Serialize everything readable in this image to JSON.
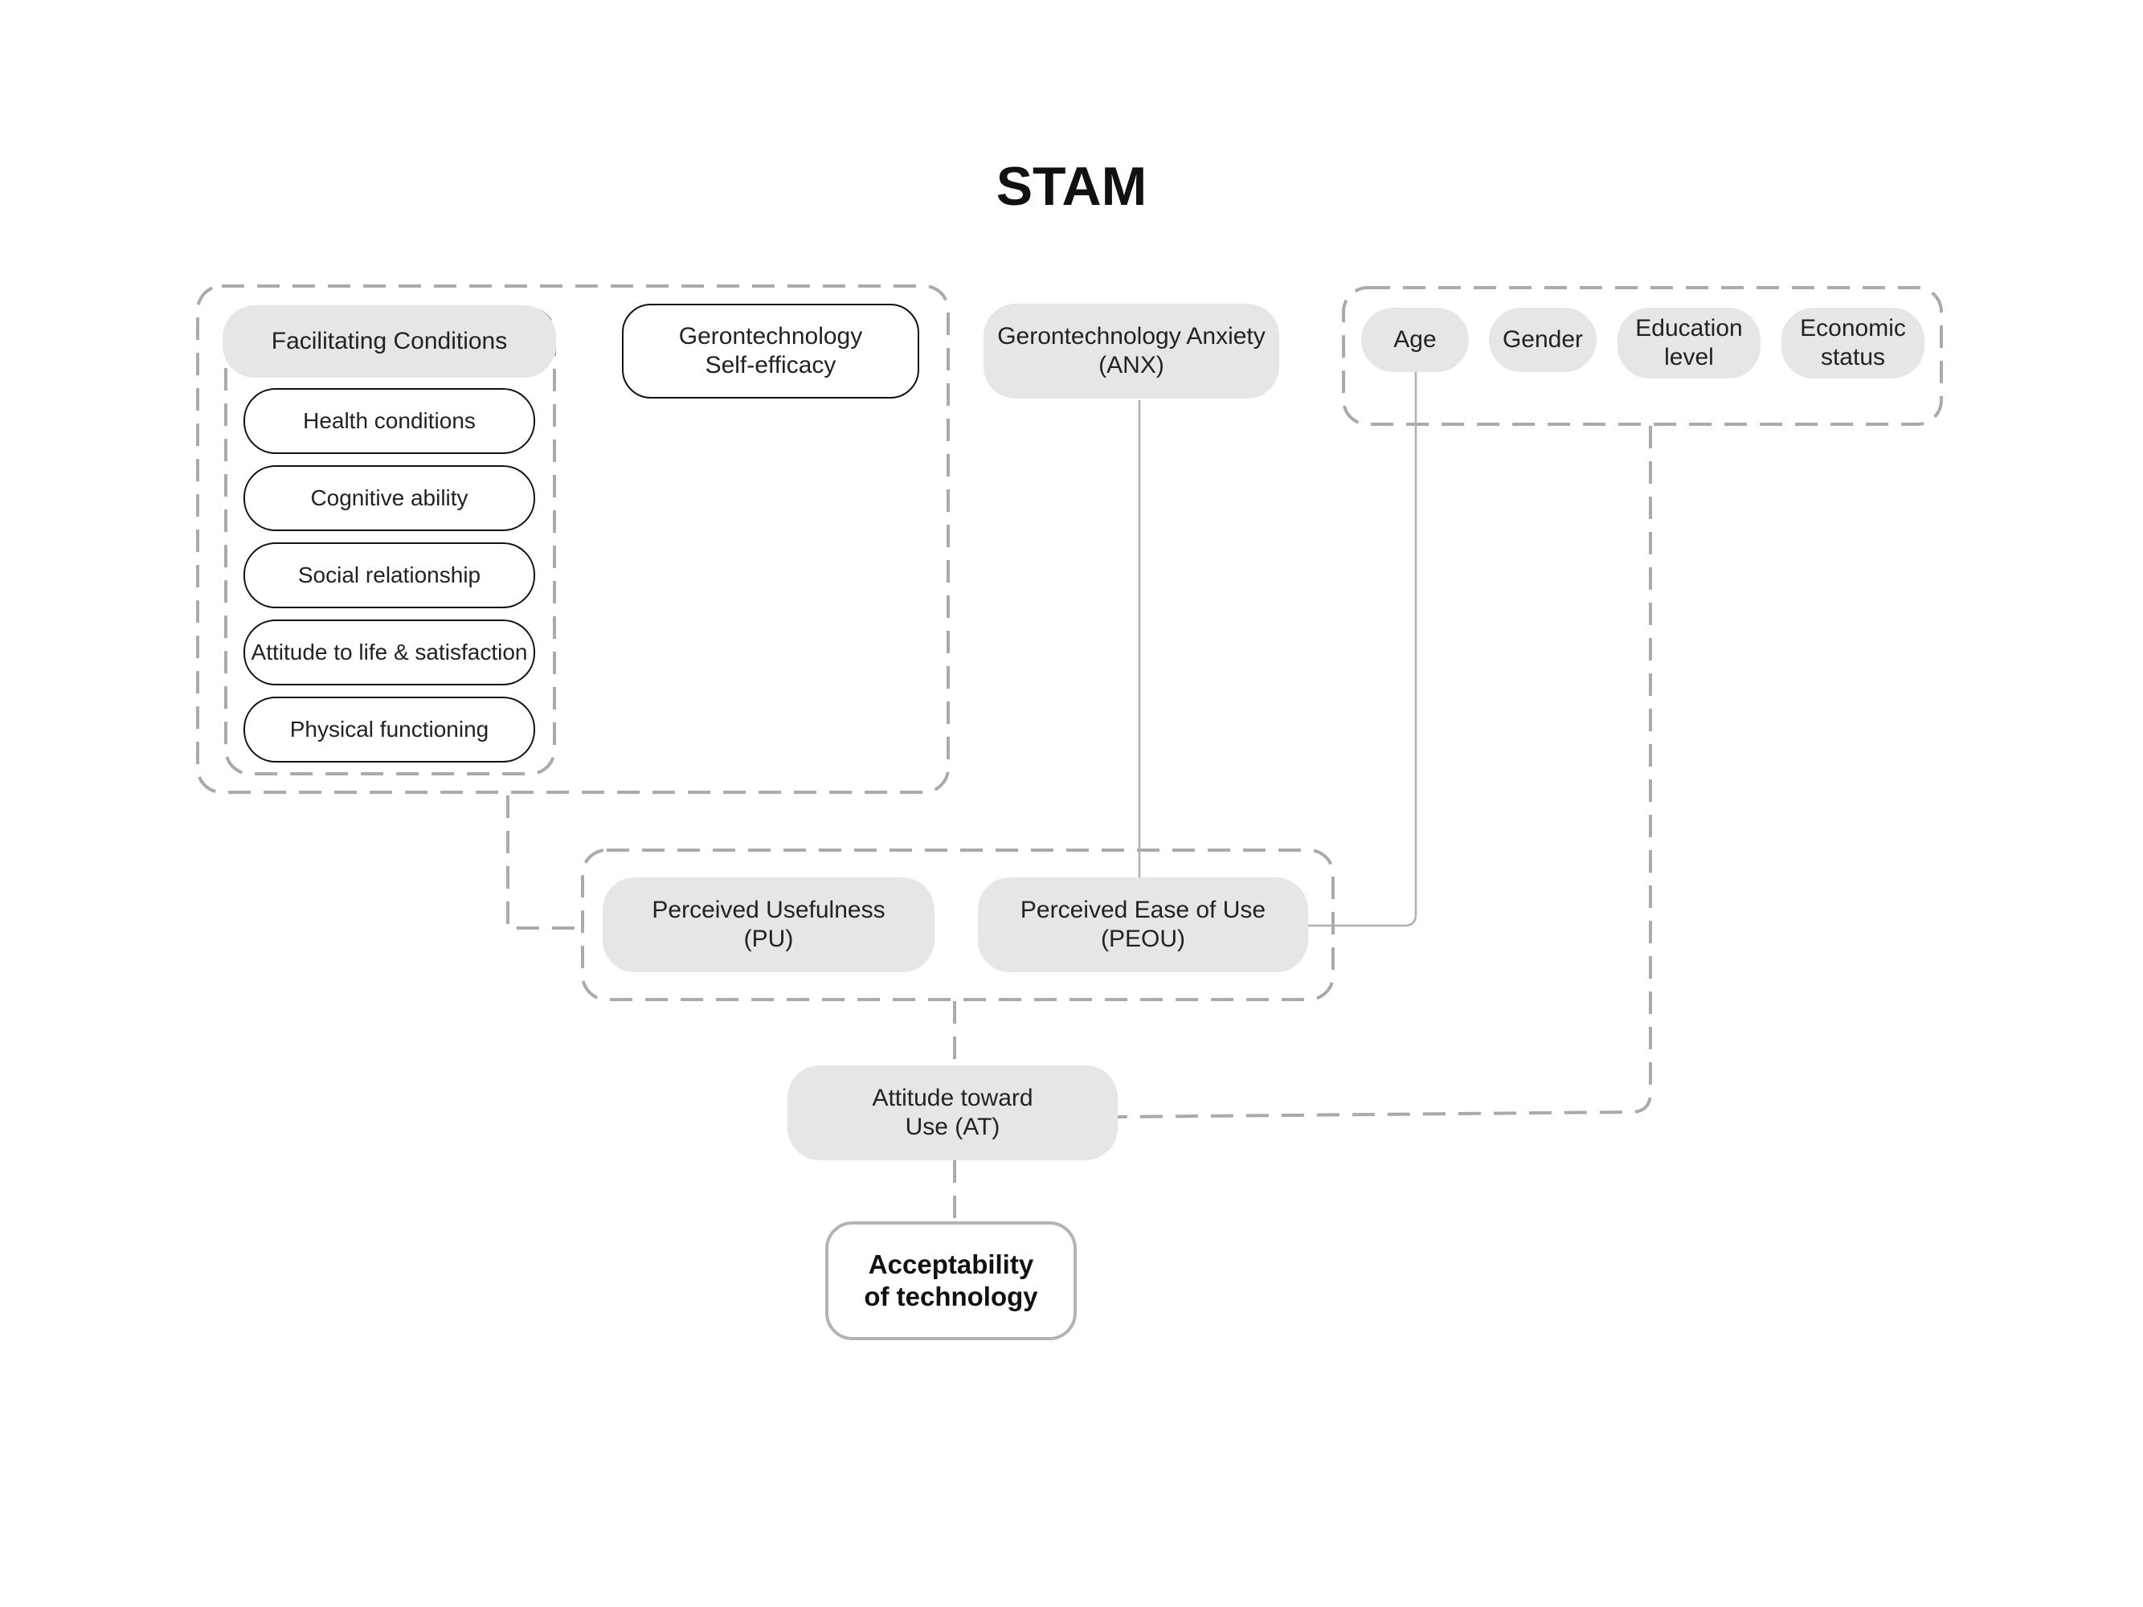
{
  "title": "STAM",
  "facilitating_conditions": {
    "label": "Facilitating Conditions",
    "items": [
      "Health conditions",
      "Cognitive ability",
      "Social relationship",
      "Attitude to life & satisfaction",
      "Physical functioning"
    ]
  },
  "self_efficacy": {
    "line1": "Gerontechnology",
    "line2": "Self-efficacy"
  },
  "anxiety": {
    "line1": "Gerontechnology Anxiety",
    "line2": "(ANX)"
  },
  "demographics": {
    "age": "Age",
    "gender": "Gender",
    "education": {
      "line1": "Education",
      "line2": "level"
    },
    "economic": {
      "line1": "Economic",
      "line2": "status"
    }
  },
  "perceived_usefulness": {
    "line1": "Perceived Usefulness",
    "line2": "(PU)"
  },
  "perceived_ease": {
    "line1": "Perceived Ease of Use",
    "line2": "(PEOU)"
  },
  "attitude": {
    "line1": "Attitude toward",
    "line2": "Use (AT)"
  },
  "acceptability": {
    "line1": "Acceptability",
    "line2": "of technology"
  },
  "colors": {
    "node_fill": "#e6e6e6",
    "dashed_stroke": "#aaaaaa",
    "solid_connector": "#b0b0b0",
    "outline": "#111111"
  }
}
